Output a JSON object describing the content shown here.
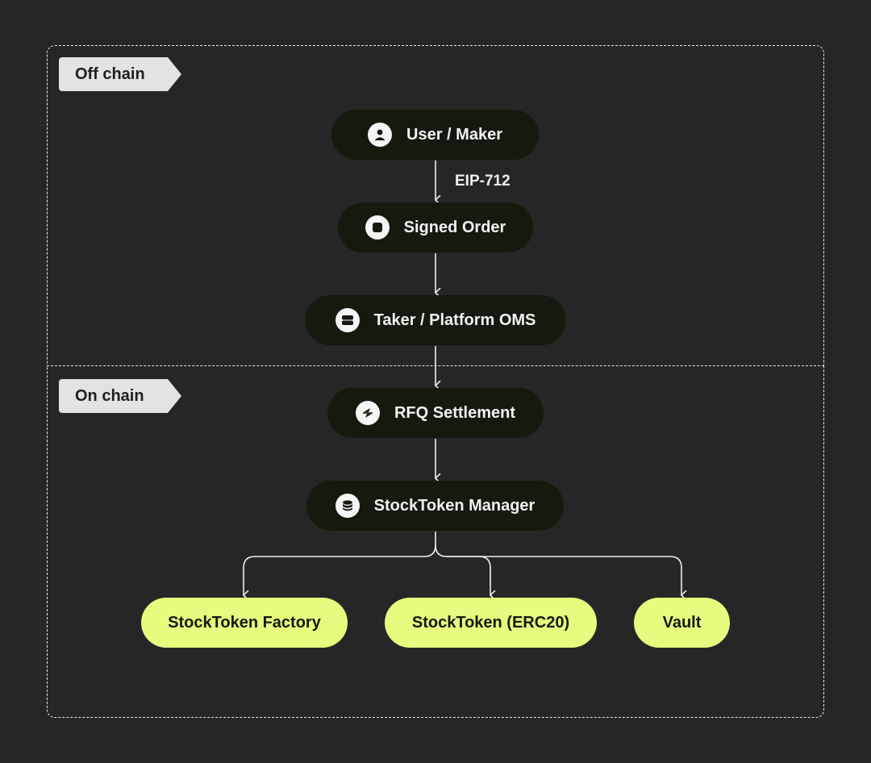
{
  "zones": {
    "off_chain": "Off chain",
    "on_chain": "On chain"
  },
  "nodes": {
    "user_maker": "User / Maker",
    "signed_order": "Signed Order",
    "taker_oms": "Taker / Platform OMS",
    "rfq_settlement": "RFQ Settlement",
    "stocktoken_manager": "StockToken Manager"
  },
  "edges": {
    "user_to_order": "EIP-712"
  },
  "leaves": {
    "factory": "StockToken Factory",
    "erc20": "StockToken (ERC20)",
    "vault": "Vault"
  },
  "icons": {
    "user_maker": "user-icon",
    "signed_order": "square-stop-icon",
    "taker_oms": "server-icon",
    "rfq_settlement": "lightning-icon",
    "stocktoken_manager": "database-icon"
  },
  "colors": {
    "background": "#262626",
    "node": "#141a0e",
    "leaf": "#e7fc7e",
    "tag": "#e3e3e3"
  }
}
